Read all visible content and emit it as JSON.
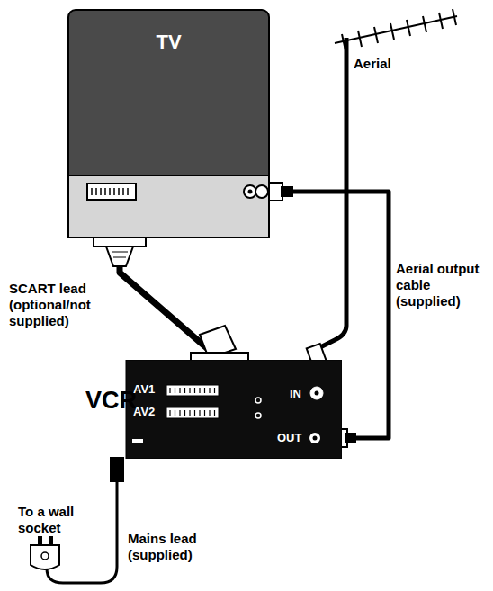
{
  "diagram": {
    "nodes": [
      {
        "text": [
          "TV"
        ]
      },
      {
        "text": [
          "VCR"
        ]
      }
    ],
    "edges": [
      {
        "from": 0,
        "to": 1,
        "arrow": "none",
        "label": "SCART lead (optional/not supplied)"
      },
      {
        "from": 1,
        "to": 0,
        "arrow": "none",
        "label": "Aerial output cable (supplied)"
      }
    ],
    "labels": [
      "Aerial",
      "AV1",
      "AV2",
      "IN",
      "OUT",
      "To a wall socket",
      "Mains lead (supplied)"
    ]
  }
}
